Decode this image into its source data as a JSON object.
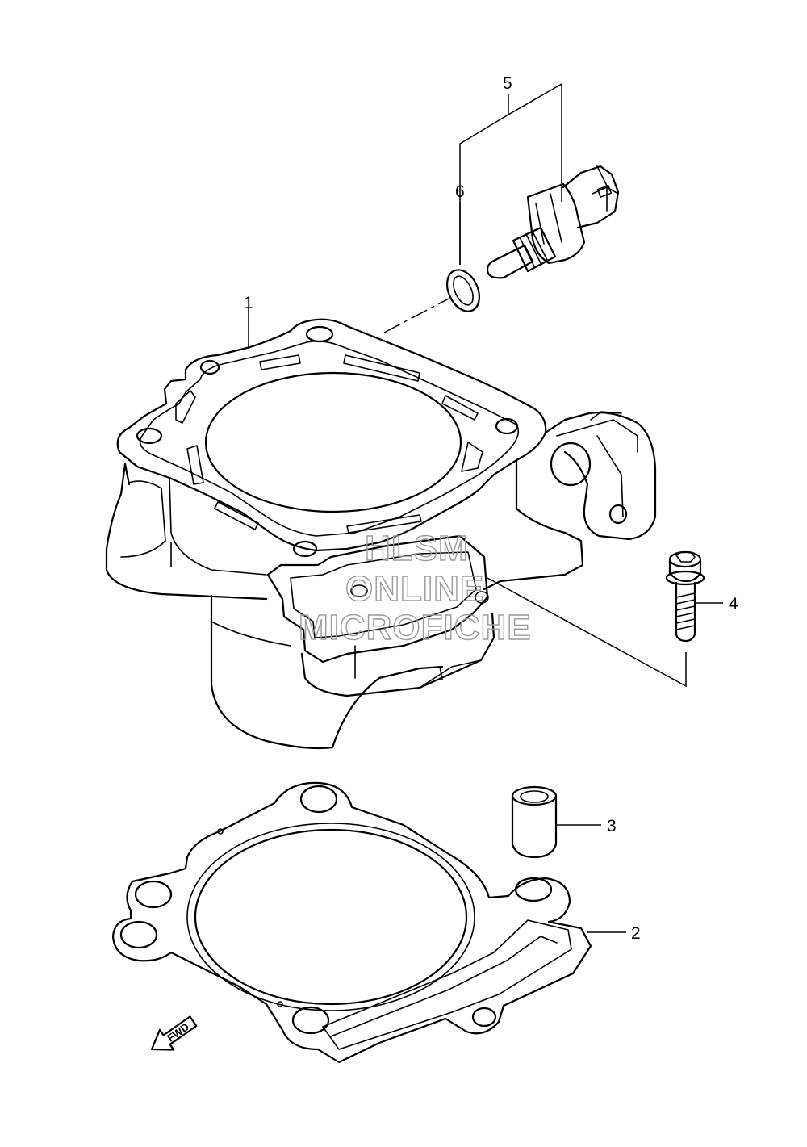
{
  "callouts": {
    "p1": "1",
    "p2": "2",
    "p3": "3",
    "p4": "4",
    "p5": "5",
    "p6": "6"
  },
  "watermark": {
    "line1": "HLSM",
    "line2": "ONLINE",
    "line3": "MICROFICHE"
  },
  "direction_indicator": {
    "label": "FWD",
    "icon": "fwd-arrow-icon"
  },
  "colors": {
    "line": "#000000",
    "watermark": "#9a9a9a",
    "background": "#ffffff"
  }
}
